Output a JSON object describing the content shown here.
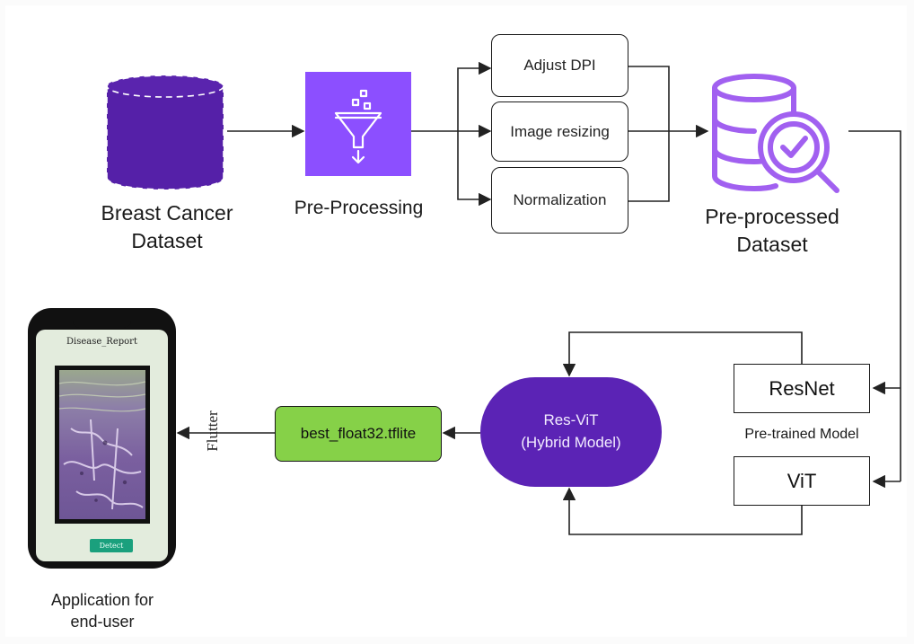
{
  "nodes": {
    "dataset": {
      "line1": "Breast Cancer",
      "line2": "Dataset"
    },
    "preprocessing": {
      "label": "Pre-Processing"
    },
    "steps": [
      {
        "label": "Adjust DPI"
      },
      {
        "label": "Image resizing"
      },
      {
        "label": "Normalization"
      }
    ],
    "preprocessed": {
      "line1": "Pre-processed",
      "line2": "Dataset"
    },
    "resnet": {
      "label": "ResNet"
    },
    "vit": {
      "label": "ViT"
    },
    "pretrained_caption": "Pre-trained Model",
    "hybrid": {
      "line1": "Res-ViT",
      "line2": "(Hybrid Model)"
    },
    "tflite": {
      "label": "best_float32.tflite"
    },
    "flutter": {
      "label": "Flutter"
    },
    "app": {
      "screen_title": "Disease_Report",
      "button_label": "Detect",
      "caption_line1": "Application for",
      "caption_line2": "end-user"
    }
  },
  "colors": {
    "dataset_purple": "#5520a8",
    "preprocess_purple": "#8c4fff",
    "db_icon_purple": "#a160f0",
    "hybrid_purple": "#5b23b5",
    "tflite_green": "#86d148",
    "detect_green": "#1aa07d",
    "phone_screen": "#e3ecdd"
  },
  "icons": [
    "database-cylinder-icon",
    "funnel-filter-icon",
    "database-search-check-icon",
    "smartphone-icon"
  ]
}
